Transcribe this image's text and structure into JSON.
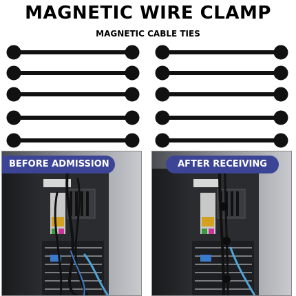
{
  "title": "MAGNETIC WIRE CLAMP",
  "subtitle": "MAGNETIC CABLE TIES",
  "tie_color": "#111111",
  "badge_color": "#3c4496",
  "panels": {
    "before": {
      "label": "BEFORE ADMISSION"
    },
    "after": {
      "label": "AFTER RECEIVING"
    }
  }
}
